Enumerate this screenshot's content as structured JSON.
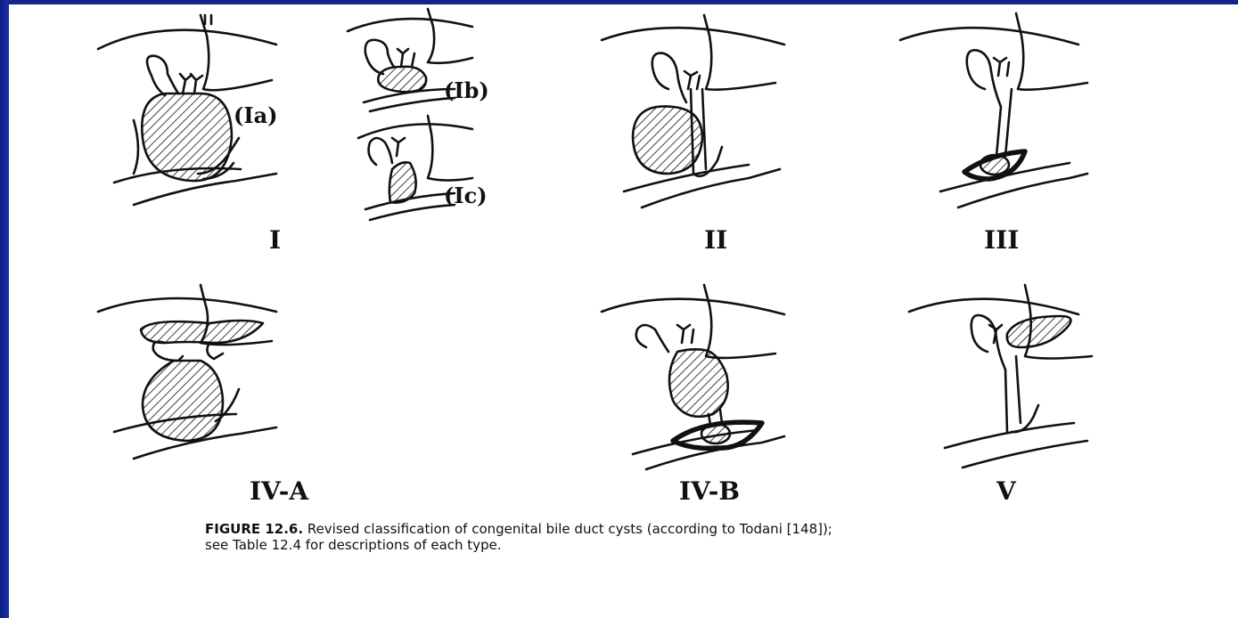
{
  "panels": {
    "I": "I",
    "Ia": "(Ia)",
    "Ib": "(Ib)",
    "Ic": "(Ic)",
    "II": "II",
    "III": "III",
    "IVA": "IV-A",
    "IVB": "IV-B",
    "V": "V"
  },
  "caption": {
    "figure_number": "FIGURE 12.6.",
    "line1": "Revised classification of congenital bile duct cysts (according to Todani [148]);",
    "line2": "see Table 12.4 for descriptions of each type."
  },
  "colors": {
    "frame": "#14248f",
    "ink": "#111111",
    "background": "#ffffff"
  }
}
